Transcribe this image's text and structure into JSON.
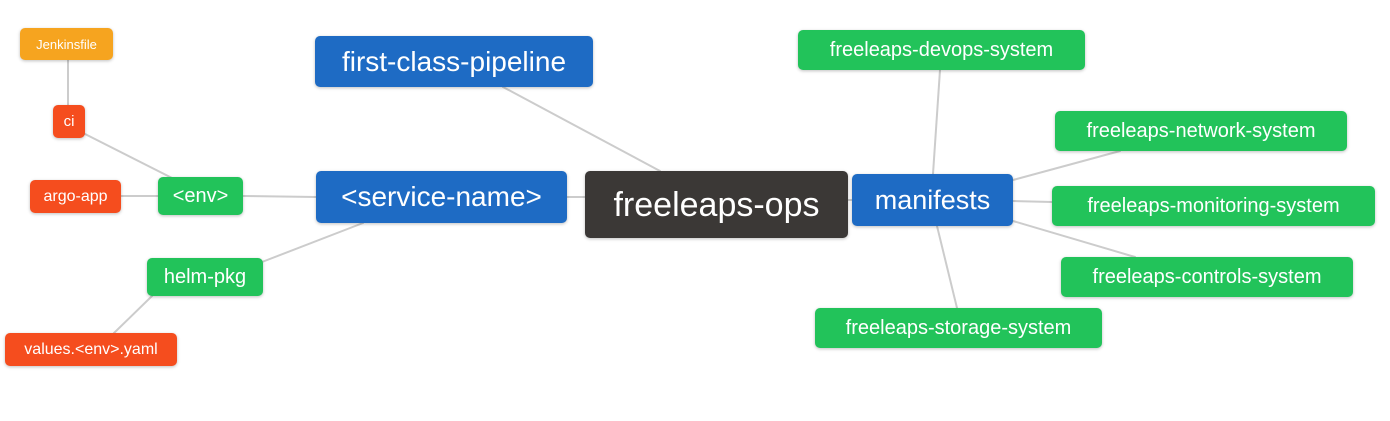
{
  "diagram": {
    "type": "mindmap",
    "root_label": "freeleaps-ops",
    "colors": {
      "root": "#3B3836",
      "branch": "#1E6BC4",
      "leaf": "#22C35A",
      "alert": "#F54D1E",
      "warn": "#F6A41F",
      "edge": "#CCCCCC",
      "text": "#FFFFFF",
      "background": "#FFFFFF"
    },
    "nodes": [
      {
        "id": "jenkinsfile",
        "label": "Jenkinsfile",
        "role": "warn"
      },
      {
        "id": "ci",
        "label": "ci",
        "role": "alert"
      },
      {
        "id": "argo-app",
        "label": "argo-app",
        "role": "alert"
      },
      {
        "id": "env",
        "label": "<env>",
        "role": "leaf"
      },
      {
        "id": "helm-pkg",
        "label": "helm-pkg",
        "role": "leaf"
      },
      {
        "id": "values-env-yaml",
        "label": "values.<env>.yaml",
        "role": "alert"
      },
      {
        "id": "first-class-pipeline",
        "label": "first-class-pipeline",
        "role": "branch"
      },
      {
        "id": "service-name",
        "label": "<service-name>",
        "role": "branch"
      },
      {
        "id": "freeleaps-ops",
        "label": "freeleaps-ops",
        "role": "root"
      },
      {
        "id": "manifests",
        "label": "manifests",
        "role": "branch"
      },
      {
        "id": "devops-system",
        "label": "freeleaps-devops-system",
        "role": "leaf"
      },
      {
        "id": "network-system",
        "label": "freeleaps-network-system",
        "role": "leaf"
      },
      {
        "id": "monitoring-system",
        "label": "freeleaps-monitoring-system",
        "role": "leaf"
      },
      {
        "id": "controls-system",
        "label": "freeleaps-controls-system",
        "role": "leaf"
      },
      {
        "id": "storage-system",
        "label": "freeleaps-storage-system",
        "role": "leaf"
      }
    ],
    "edges": [
      [
        "jenkinsfile",
        "ci"
      ],
      [
        "ci",
        "env"
      ],
      [
        "argo-app",
        "env"
      ],
      [
        "env",
        "service-name"
      ],
      [
        "service-name",
        "helm-pkg"
      ],
      [
        "helm-pkg",
        "values-env-yaml"
      ],
      [
        "first-class-pipeline",
        "freeleaps-ops"
      ],
      [
        "service-name",
        "freeleaps-ops"
      ],
      [
        "freeleaps-ops",
        "manifests"
      ],
      [
        "manifests",
        "devops-system"
      ],
      [
        "manifests",
        "network-system"
      ],
      [
        "manifests",
        "monitoring-system"
      ],
      [
        "manifests",
        "controls-system"
      ],
      [
        "manifests",
        "storage-system"
      ]
    ]
  }
}
